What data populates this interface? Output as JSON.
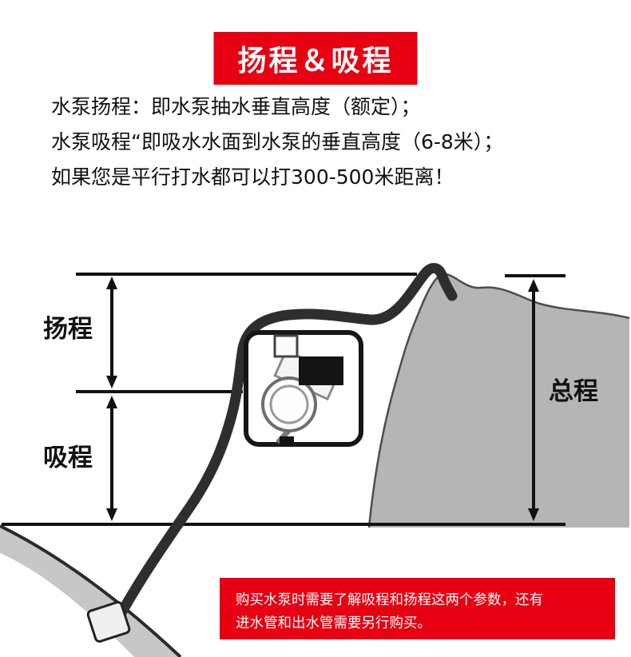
{
  "banner": {
    "title": "扬程＆吸程"
  },
  "intro": {
    "lines": [
      "水泵扬程：即水泵抽水垂直高度（额定）；",
      "水泵吸程“即吸水水面到水泵的垂直高度（6-8米）；",
      "如果您是平行打水都可以打300-500米距离！"
    ]
  },
  "diagram": {
    "lift_label": "扬程",
    "suction_label": "吸程",
    "total_label": "总程"
  },
  "note": {
    "lines": [
      "购买水泵时需要了解吸程和扬程这两个参数，还有",
      "进水管和出水管需要另行购买。"
    ]
  },
  "colors": {
    "accent_red": "#e60012",
    "terrain_gray": "#b5b5b5",
    "line_black": "#111111"
  }
}
